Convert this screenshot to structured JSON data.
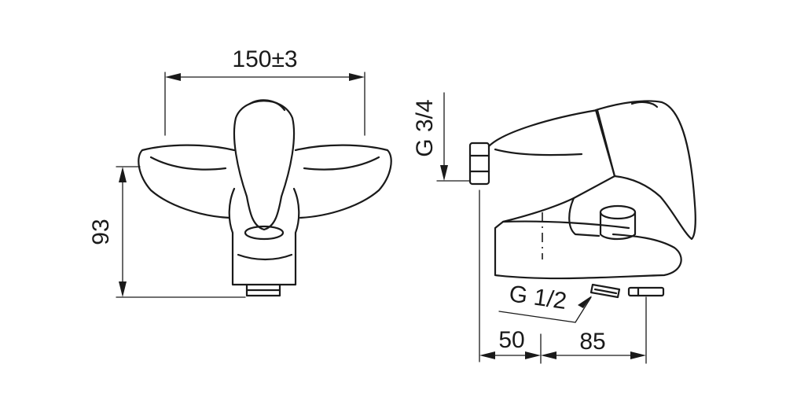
{
  "dimensions": {
    "width_label": "150±3",
    "height_label": "93",
    "inlet_thread_label": "G 3/4",
    "outlet_thread_label": "G 1/2",
    "projection_label": "50",
    "spout_label": "85"
  },
  "colors": {
    "line": "#1a1a1a",
    "background": "#ffffff"
  }
}
